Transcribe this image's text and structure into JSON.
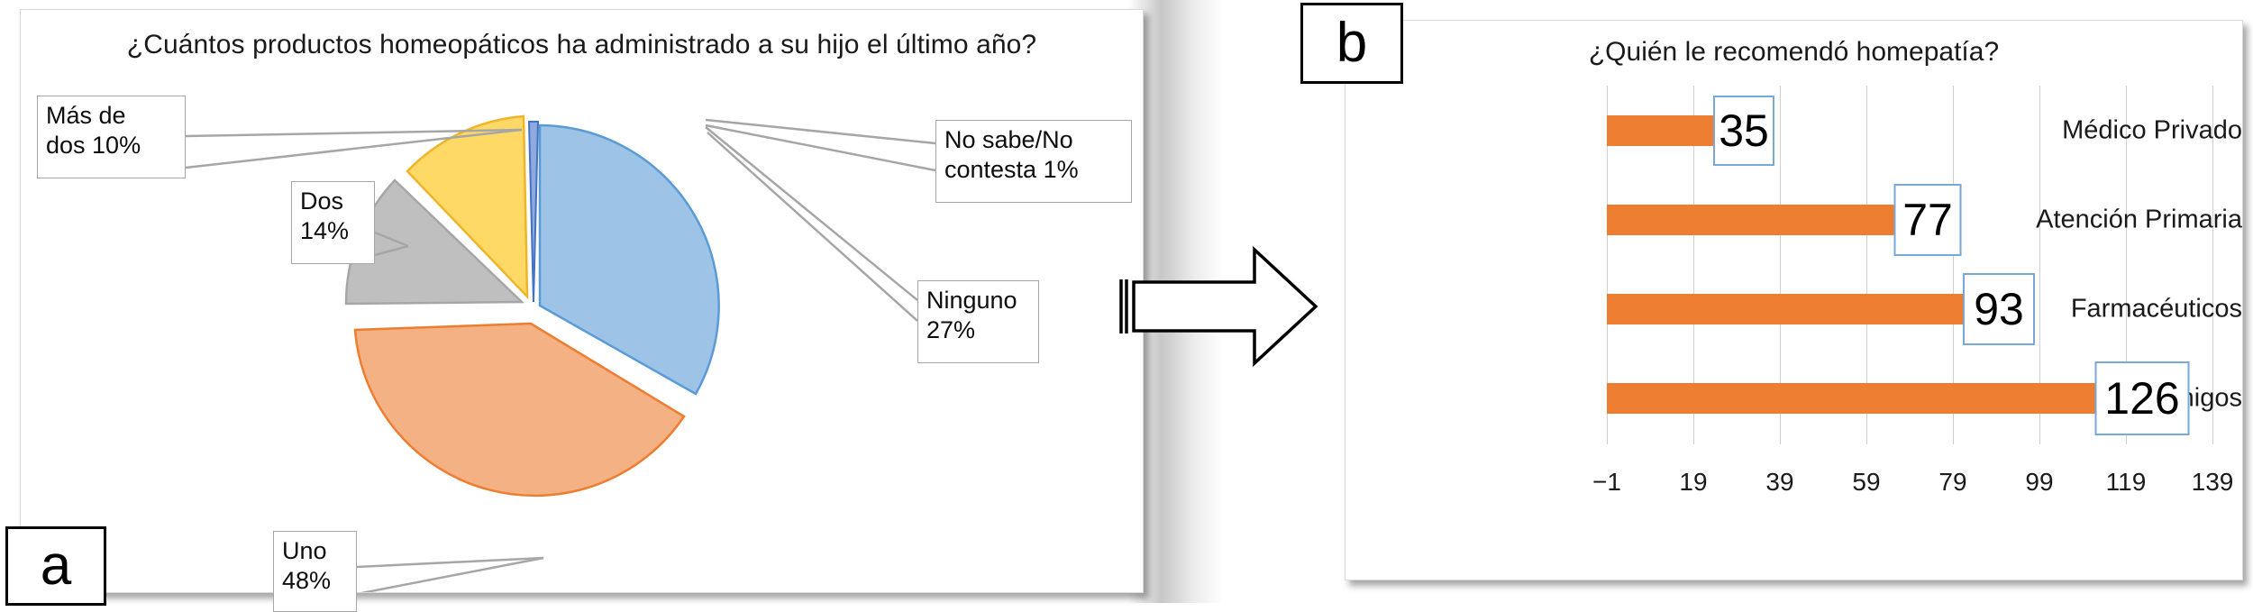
{
  "figure": {
    "panel_a_tag": "a",
    "panel_b_tag": "b",
    "arrow": "right-block-arrow"
  },
  "panel_a": {
    "title": "¿Cuántos productos homeopáticos ha administrado a su hijo el último año?",
    "chart_data": {
      "type": "pie",
      "title": "¿Cuántos productos homeopáticos ha administrado a su hijo el último año?",
      "categories": [
        "Ninguno",
        "Uno",
        "Dos",
        "Más de dos",
        "No sabe/No contesta"
      ],
      "values": [
        27,
        48,
        14,
        10,
        1
      ],
      "unit": "%",
      "colors": [
        "#9DC3E6",
        "#F4B183",
        "#BFBFBF",
        "#FFD966",
        "#8FAADC"
      ],
      "border_colors": [
        "#5B9BD5",
        "#ED7D31",
        "#A6A6A6",
        "#F0B429",
        "#4472C4"
      ],
      "exploded": true,
      "legend": "none",
      "labels": [
        {
          "key": "mas",
          "text": "Más de\ndos 10%"
        },
        {
          "key": "dos",
          "text": "Dos\n14%"
        },
        {
          "key": "nosabe",
          "text": "No sabe/No\ncontesta 1%"
        },
        {
          "key": "ninguno",
          "text": "Ninguno\n27%"
        },
        {
          "key": "uno",
          "text": "Uno\n48%"
        }
      ]
    }
  },
  "panel_b": {
    "title": "¿Quién le recomendó homepatía?",
    "chart_data": {
      "type": "bar",
      "orientation": "horizontal",
      "title": "¿Quién le recomendó homepatía?",
      "categories": [
        "Médico Privado",
        "Atención Primaria",
        "Farmacéuticos",
        "Familia/Amigos"
      ],
      "values": [
        35,
        77,
        93,
        126
      ],
      "xlabel": "",
      "ylabel": "",
      "xlim": [
        -1,
        139
      ],
      "xticks": [
        "−1",
        "19",
        "39",
        "59",
        "79",
        "99",
        "119",
        "139"
      ],
      "xtick_values": [
        -1,
        19,
        39,
        59,
        79,
        99,
        119,
        139
      ],
      "grid": "vertical",
      "bar_color": "#ED7D31",
      "label_box_border": "#7BA7D7",
      "legend": "none"
    }
  }
}
